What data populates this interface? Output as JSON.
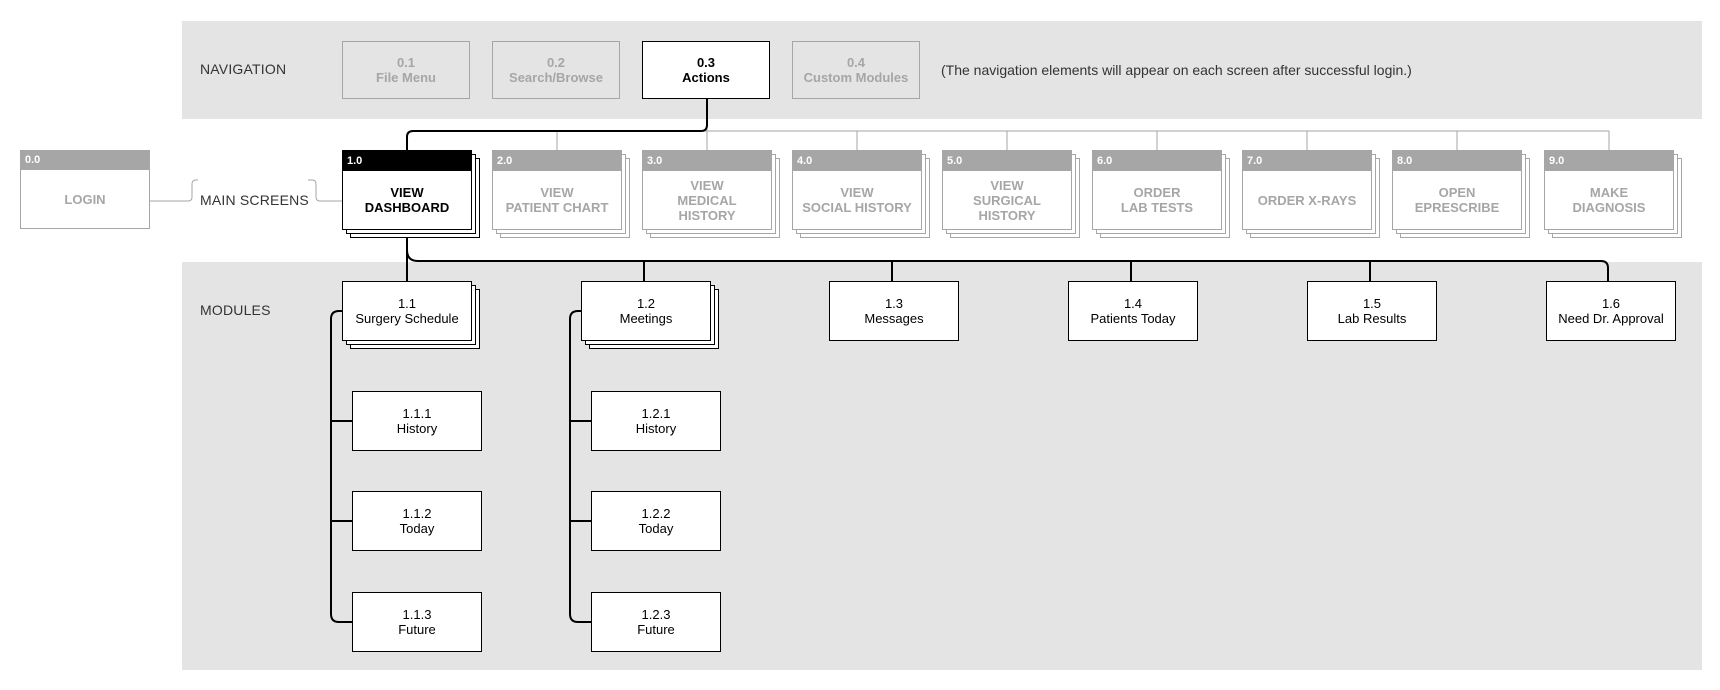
{
  "sections": {
    "navigation": "NAVIGATION",
    "main_screens": "MAIN SCREENS",
    "modules": "MODULES"
  },
  "navigation": {
    "items": [
      {
        "num": "0.1",
        "label": "File Menu",
        "active": false
      },
      {
        "num": "0.2",
        "label": "Search/Browse",
        "active": false
      },
      {
        "num": "0.3",
        "label": "Actions",
        "active": true
      },
      {
        "num": "0.4",
        "label": "Custom Modules",
        "active": false
      }
    ],
    "note": "(The navigation elements will appear on each screen after successful login.)"
  },
  "login": {
    "num": "0.0",
    "label": "LOGIN"
  },
  "screens": [
    {
      "num": "1.0",
      "lines": [
        "VIEW",
        "DASHBOARD"
      ],
      "active": true
    },
    {
      "num": "2.0",
      "lines": [
        "VIEW",
        "PATIENT CHART"
      ],
      "active": false
    },
    {
      "num": "3.0",
      "lines": [
        "VIEW",
        "MEDICAL",
        "HISTORY"
      ],
      "active": false
    },
    {
      "num": "4.0",
      "lines": [
        "VIEW",
        "SOCIAL HISTORY"
      ],
      "active": false
    },
    {
      "num": "5.0",
      "lines": [
        "VIEW",
        "SURGICAL",
        "HISTORY"
      ],
      "active": false
    },
    {
      "num": "6.0",
      "lines": [
        "ORDER",
        "LAB TESTS"
      ],
      "active": false
    },
    {
      "num": "7.0",
      "lines": [
        "ORDER X-RAYS"
      ],
      "active": false
    },
    {
      "num": "8.0",
      "lines": [
        "OPEN",
        "EPRESCRIBE"
      ],
      "active": false
    },
    {
      "num": "9.0",
      "lines": [
        "MAKE",
        "DIAGNOSIS"
      ],
      "active": false
    }
  ],
  "modules": [
    {
      "num": "1.1",
      "label": "Surgery Schedule"
    },
    {
      "num": "1.2",
      "label": "Meetings"
    },
    {
      "num": "1.3",
      "label": "Messages"
    },
    {
      "num": "1.4",
      "label": "Patients Today"
    },
    {
      "num": "1.5",
      "label": "Lab Results"
    },
    {
      "num": "1.6",
      "label": "Need Dr. Approval"
    }
  ],
  "submodules": {
    "1.1": [
      {
        "num": "1.1.1",
        "label": "History"
      },
      {
        "num": "1.1.2",
        "label": "Today"
      },
      {
        "num": "1.1.3",
        "label": "Future"
      }
    ],
    "1.2": [
      {
        "num": "1.2.1",
        "label": "History"
      },
      {
        "num": "1.2.2",
        "label": "Today"
      },
      {
        "num": "1.2.3",
        "label": "Future"
      }
    ]
  }
}
